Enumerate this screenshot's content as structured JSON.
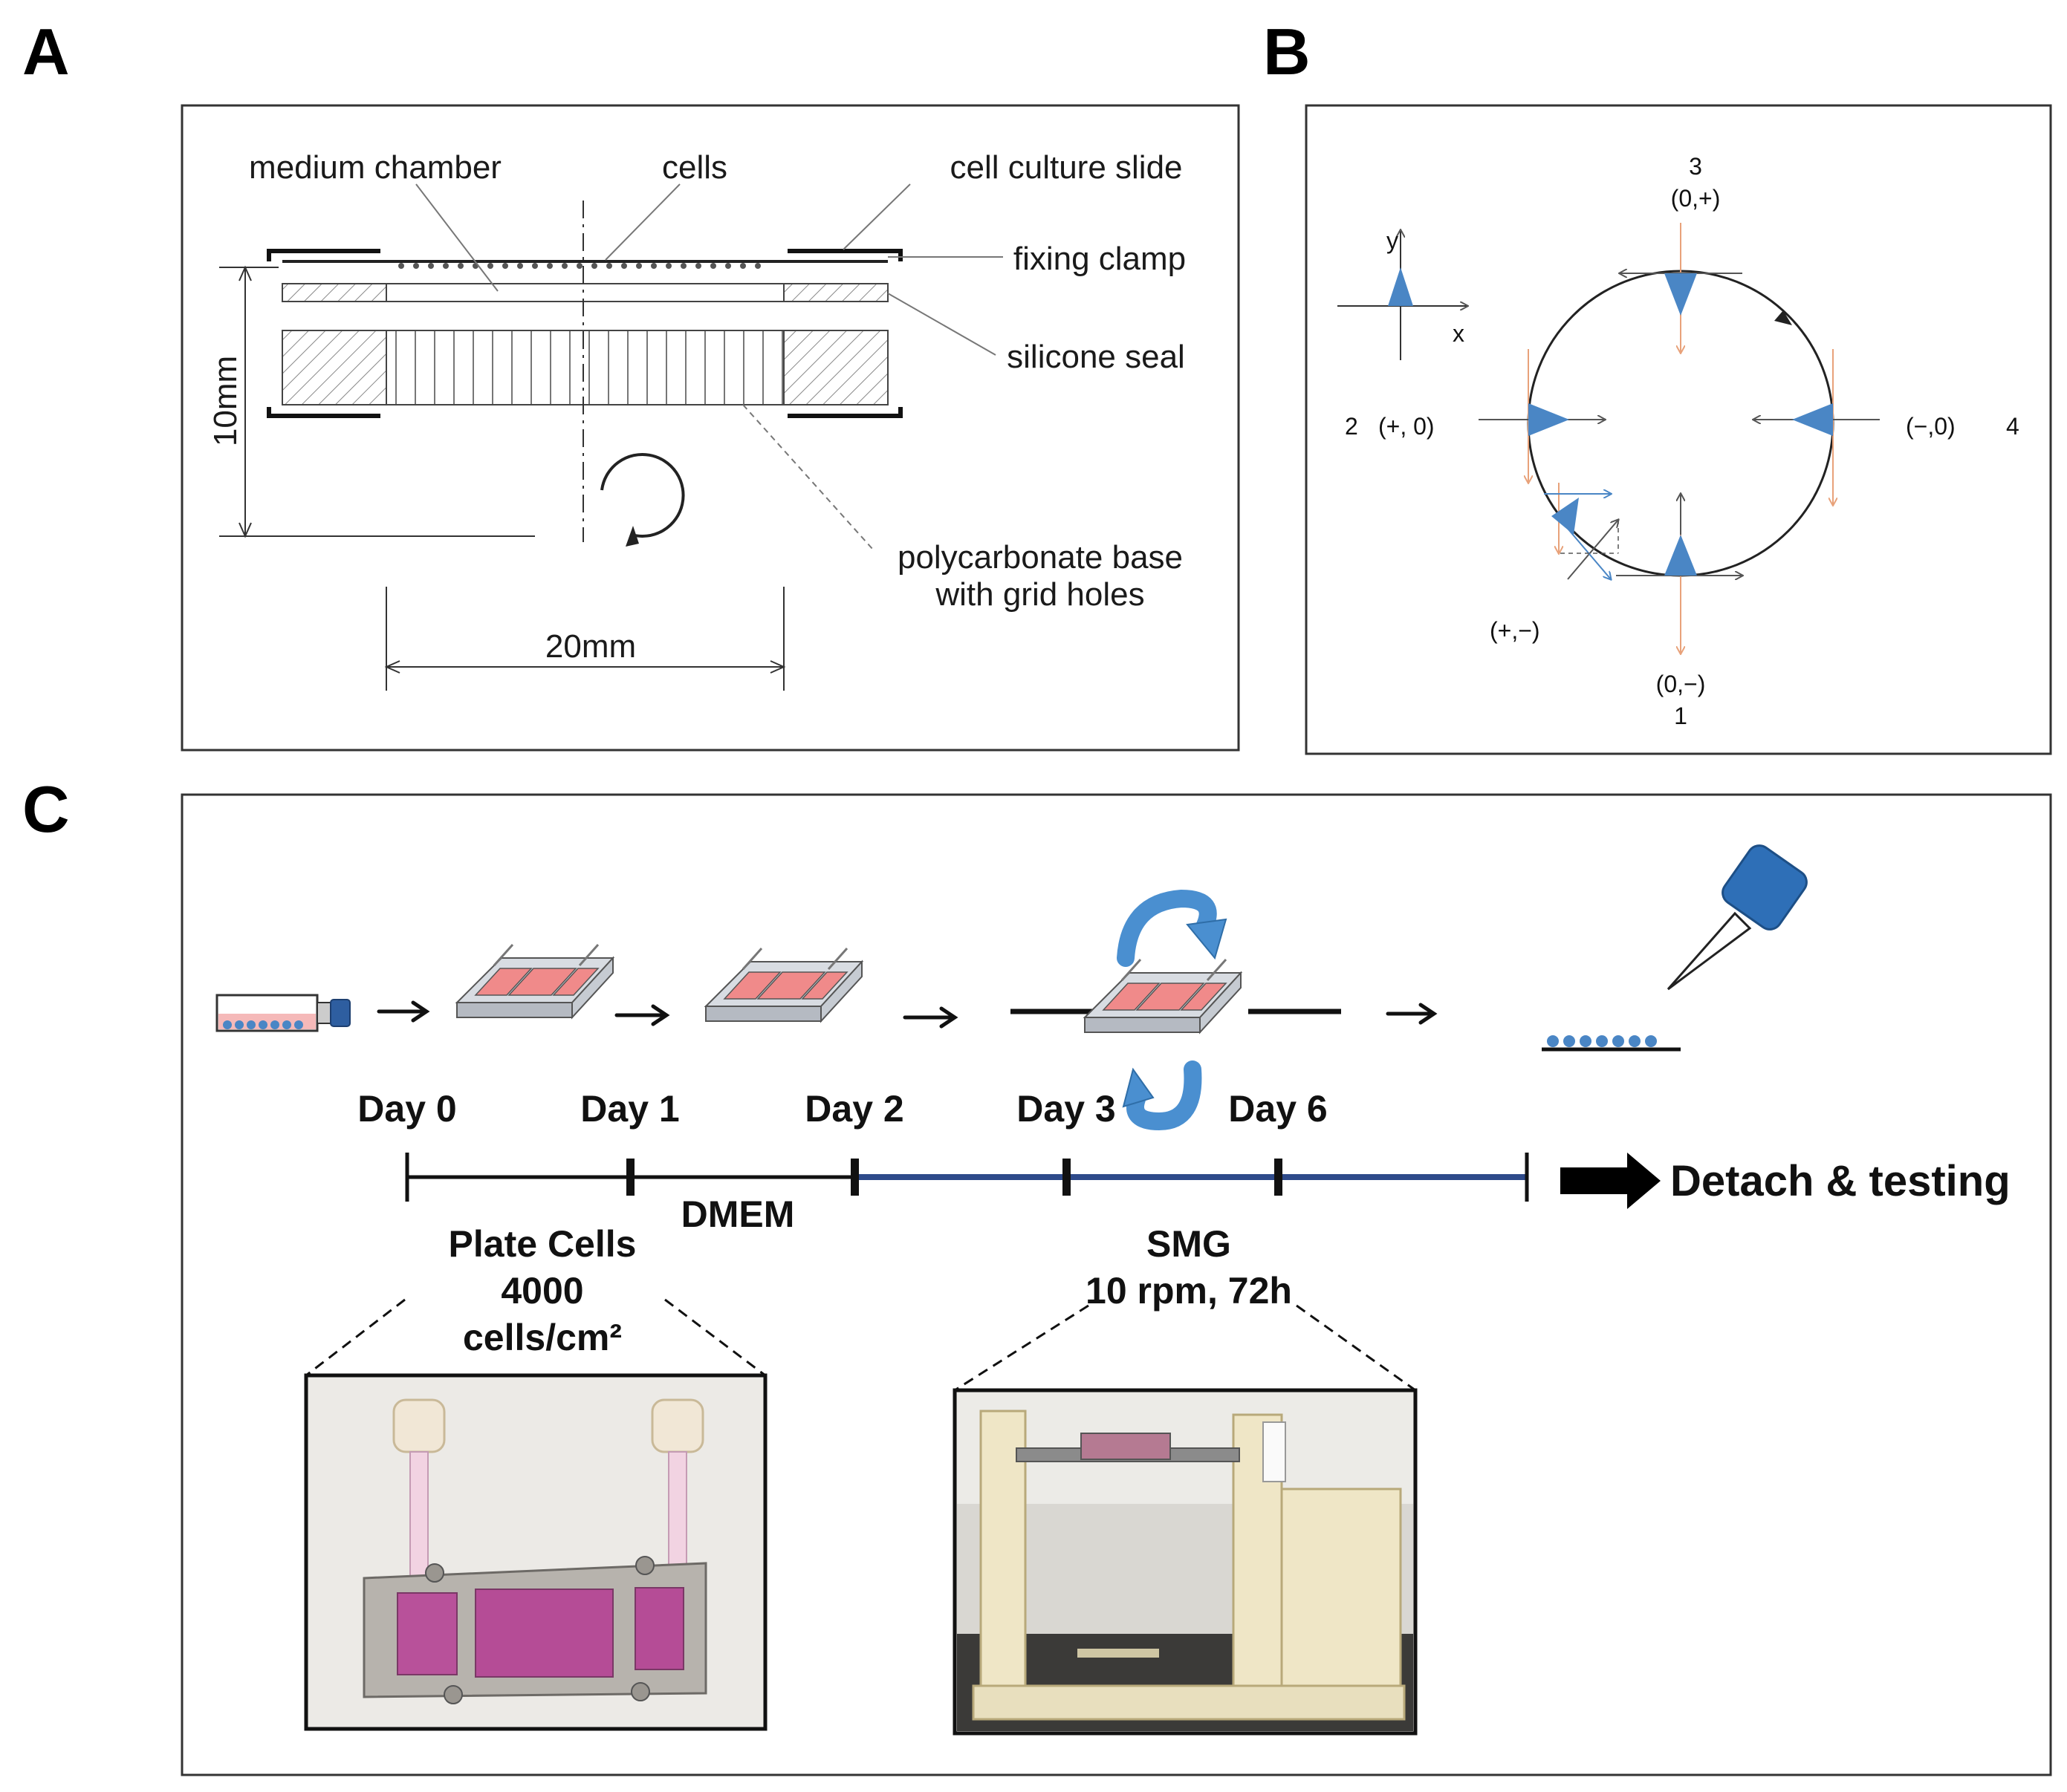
{
  "panels": {
    "a": {
      "letter": "A",
      "labels": {
        "medium_chamber": "medium chamber",
        "cells": "cells",
        "cell_culture_slide": "cell culture slide",
        "fixing_clamp": "fixing clamp",
        "silicone_seal": "silicone seal",
        "polycarbonate_base_l1": "polycarbonate base",
        "polycarbonate_base_l2": "with grid holes",
        "height_dim": "10mm",
        "width_dim": "20mm"
      }
    },
    "b": {
      "letter": "B",
      "axis_y": "y",
      "axis_x": "x",
      "positions": {
        "p3_num": "3",
        "p3_coord": "(0,+)",
        "p2_num": "2",
        "p2_coord": "(+,  0)",
        "p4_num": "4",
        "p4_coord": "(−,0)",
        "p1_num": "1",
        "p1_coord": "(0,−)",
        "pd_coord": "(+,−)"
      }
    },
    "c": {
      "letter": "C",
      "days": [
        "Day 0",
        "Day 1",
        "Day 2",
        "Day 3",
        "Day 6"
      ],
      "dmem": "DMEM",
      "plate_l1": "Plate Cells",
      "plate_l2": "4000",
      "plate_l3": "cells/cm²",
      "smg_l1": "SMG",
      "smg_l2": "10 rpm, 72h",
      "detach": "Detach & testing"
    }
  },
  "colors": {
    "triangle_blue": "#4a86c5",
    "arrow_orange": "#e8a27a",
    "timeline_blue": "#2e4a8a",
    "chamber_pink": "#f08a8a",
    "rotation_blue": "#4a8fd0"
  }
}
